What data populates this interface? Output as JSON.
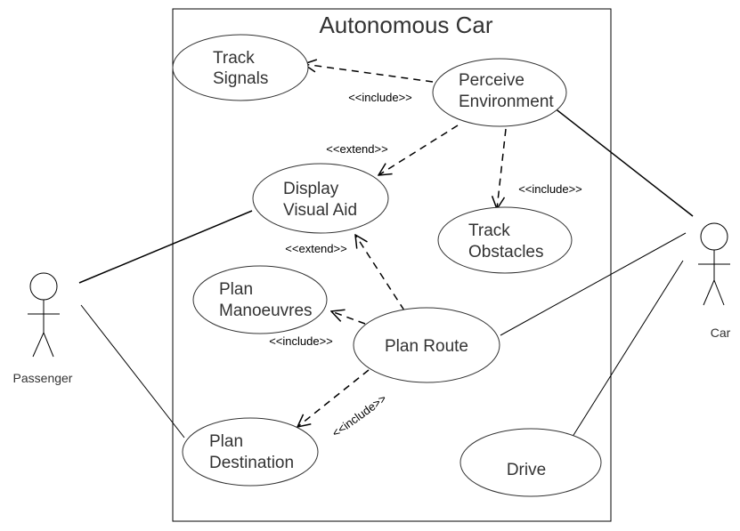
{
  "system": {
    "title": "Autonomous Car"
  },
  "actors": {
    "passenger": "Passenger",
    "car": "Car"
  },
  "use_cases": {
    "track_signals": [
      "Track",
      "Signals"
    ],
    "perceive_environment": [
      "Perceive",
      "Environment"
    ],
    "display_visual_aid": [
      "Display",
      "Visual Aid"
    ],
    "track_obstacles": [
      "Track",
      "Obstacles"
    ],
    "plan_manoeuvres": [
      "Plan",
      "Manoeuvres"
    ],
    "plan_route": "Plan Route",
    "plan_destination": [
      "Plan",
      "Destination"
    ],
    "drive": "Drive"
  },
  "relations": {
    "include_perceive_signals": "<<include>>",
    "extend_perceive_display": "<<extend>>",
    "include_perceive_obstacles": "<<include>>",
    "extend_route_display": "<<extend>>",
    "include_route_manoeuvres": "<<include>>",
    "include_route_destination": "<<include>>"
  },
  "colors": {
    "stroke": "#000000",
    "ellipse_stroke": "#333333",
    "text": "#333333"
  }
}
